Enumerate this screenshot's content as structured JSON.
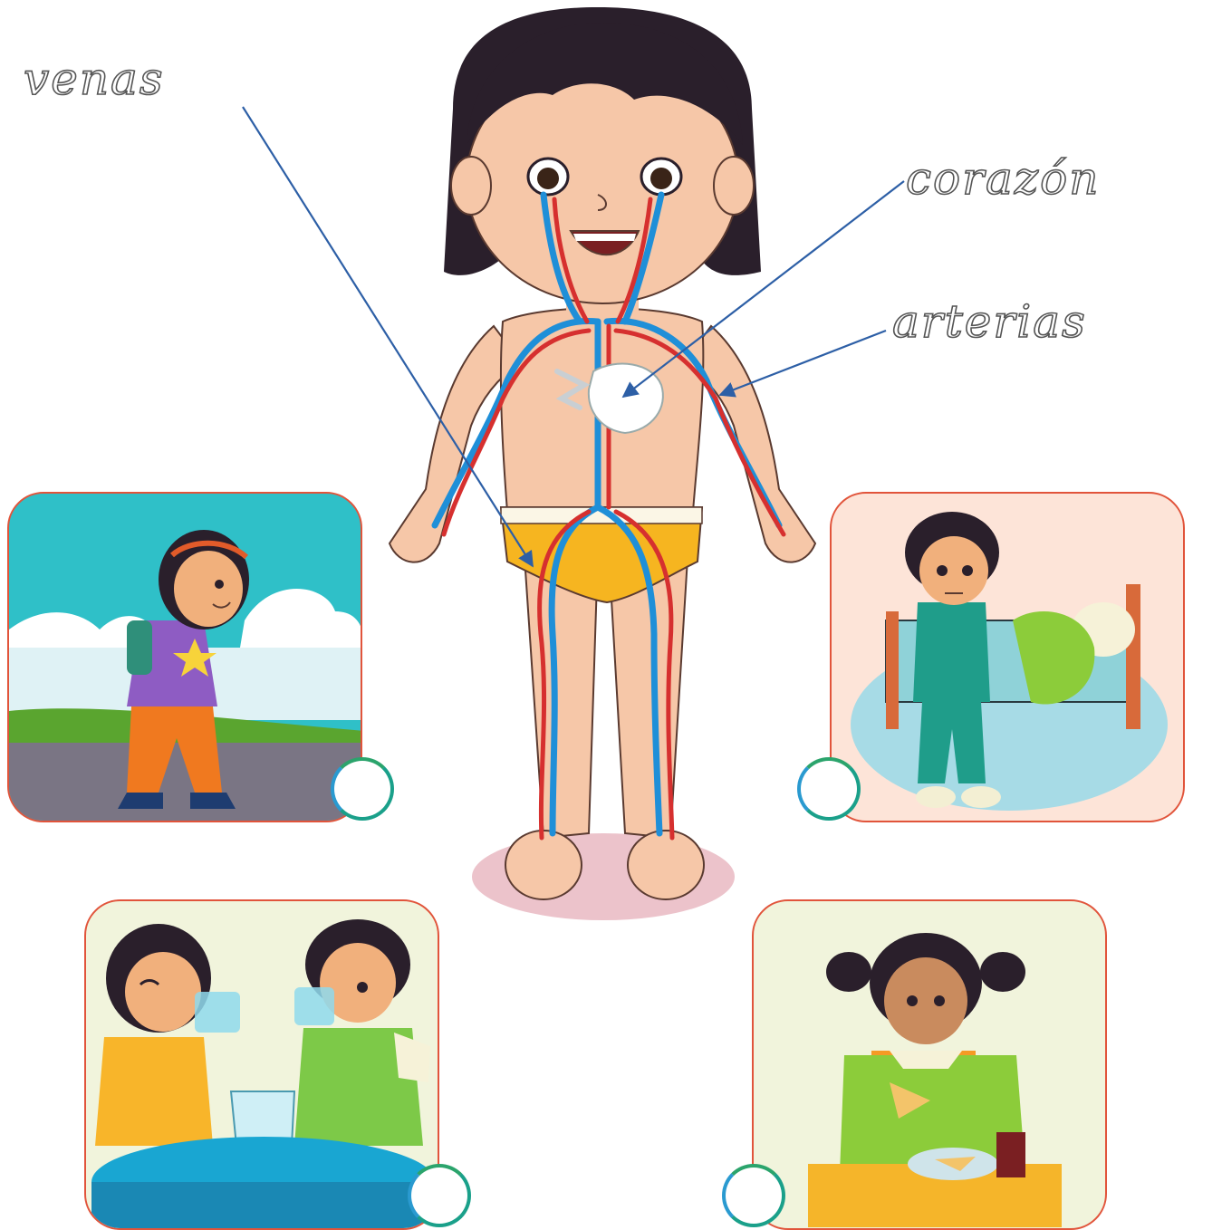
{
  "labels": {
    "venas": "venas",
    "corazon": "corazón",
    "arterias": "arterias"
  },
  "colors": {
    "card_border": "#e1543b",
    "circle_border": "#1aa08a",
    "arrow": "#2d5fa6",
    "vein": "#1f8fd8",
    "artery": "#d6302f",
    "skin": "#f6c7a8",
    "hair": "#2a1f2b",
    "underwear": "#f6b520"
  },
  "scenes": [
    {
      "name": "girl-walking-to-school",
      "background": "#2fc0c8"
    },
    {
      "name": "boy-tired-by-bed",
      "background": "#fde4d8"
    },
    {
      "name": "children-drinking-water",
      "background": "#f1f4dc"
    },
    {
      "name": "girl-eating-pizza",
      "background": "#f1f4dc"
    }
  ]
}
